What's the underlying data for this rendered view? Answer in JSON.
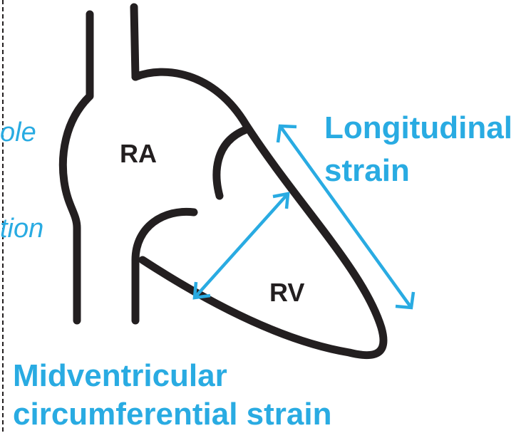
{
  "labels": {
    "ra": "RA",
    "rv": "RV",
    "longitudinal_line1": "Longitudinal",
    "longitudinal_line2": "strain",
    "circ_line1": "Midventricular",
    "circ_line2": "circumferential strain",
    "partial_left_1": "ole",
    "partial_left_2": "tion"
  },
  "colors": {
    "outline": "#231f20",
    "accent": "#29abe2"
  }
}
